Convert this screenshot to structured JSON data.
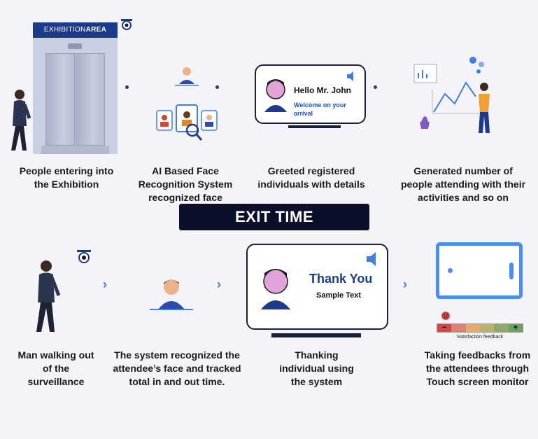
{
  "top_row": {
    "elevator_sign": {
      "prefix": "EXHIBITION",
      "suffix": "AREA"
    },
    "captions": [
      {
        "lines": [
          "People entering into",
          "the Exhibition"
        ]
      },
      {
        "lines": [
          "AI Based Face",
          "Recognition System",
          "recognized face"
        ]
      },
      {
        "lines": [
          "Greeted registered",
          "individuals with details"
        ]
      },
      {
        "lines": [
          "Generated number of",
          "people attending with their",
          "activities and so on"
        ]
      }
    ],
    "greeting_screen": {
      "title": "Hello Mr. John",
      "subtitle_1": "Welcome on your",
      "subtitle_2": "arrival"
    }
  },
  "banner": {
    "label": "EXIT TIME"
  },
  "bottom_row": {
    "captions": [
      {
        "lines": [
          "Man walking out",
          "of the",
          "surveillance"
        ]
      },
      {
        "lines": [
          "The system recognized the",
          "attendee’s face and tracked",
          "total in and out time."
        ]
      },
      {
        "lines": [
          "Thanking",
          "individual using",
          "the system"
        ]
      },
      {
        "lines": [
          "Taking feedbacks from",
          "the attendees through",
          "Touch screen monitor"
        ]
      }
    ],
    "thank_screen": {
      "title": "Thank You",
      "subtitle": "Sample Text"
    },
    "feedback": {
      "minus": "−",
      "plus": "+",
      "label": "Satisfaction feedback"
    }
  },
  "colors": {
    "navy": "#1e3a8a",
    "accent_blue": "#3f7fe0",
    "dark": "#0b0f2a",
    "arrow": "#5b7cf0"
  },
  "icons": [
    "camera-icon",
    "speaker-icon",
    "magnifier-icon",
    "chevron-right-icon",
    "person-icon",
    "chart-icon"
  ]
}
